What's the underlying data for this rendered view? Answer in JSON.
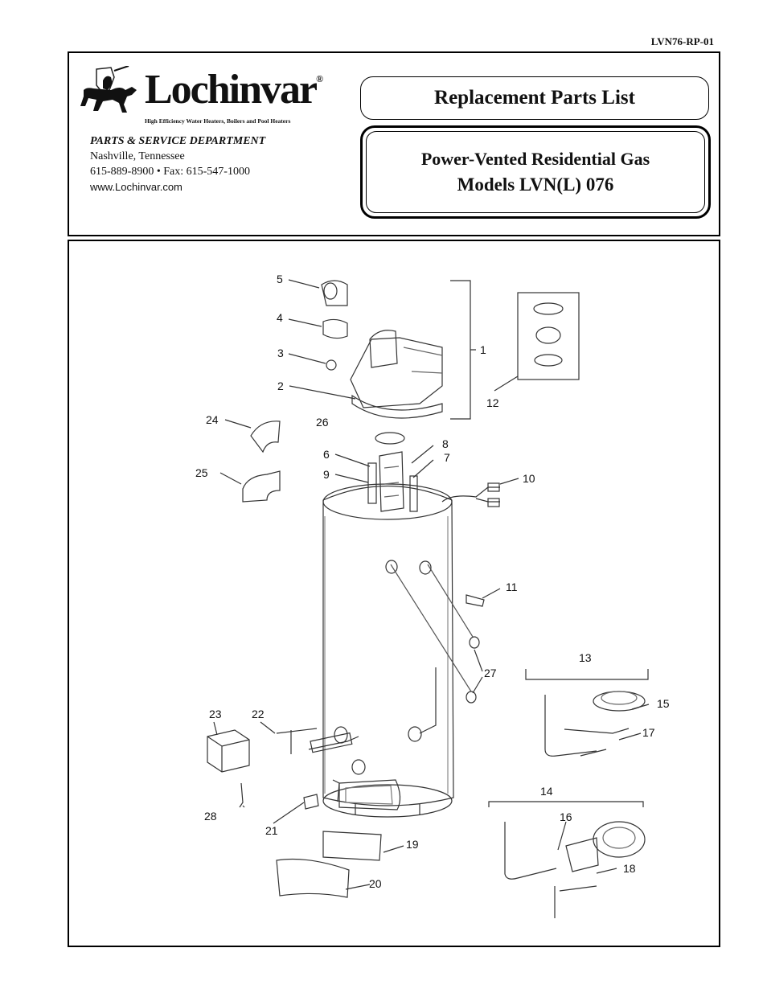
{
  "doc_number": "LVN76-RP-01",
  "brand": {
    "name": "Lochinvar",
    "registered": "®",
    "tagline": "High Efficiency Water Heaters, Boilers and Pool Heaters"
  },
  "department": {
    "title": "PARTS & SERVICE DEPARTMENT",
    "city": "Nashville, Tennessee",
    "phone_fax": "615-889-8900 • Fax: 615-547-1000",
    "website": "www.Lochinvar.com"
  },
  "title": "Replacement Parts List",
  "model": {
    "line1": "Power-Vented Residential Gas",
    "line2": "Models LVN(L) 076"
  },
  "callouts": [
    "1",
    "2",
    "3",
    "4",
    "5",
    "6",
    "7",
    "8",
    "9",
    "10",
    "11",
    "12",
    "13",
    "14",
    "15",
    "16",
    "17",
    "18",
    "19",
    "20",
    "21",
    "22",
    "23",
    "24",
    "25",
    "26",
    "27",
    "28"
  ]
}
